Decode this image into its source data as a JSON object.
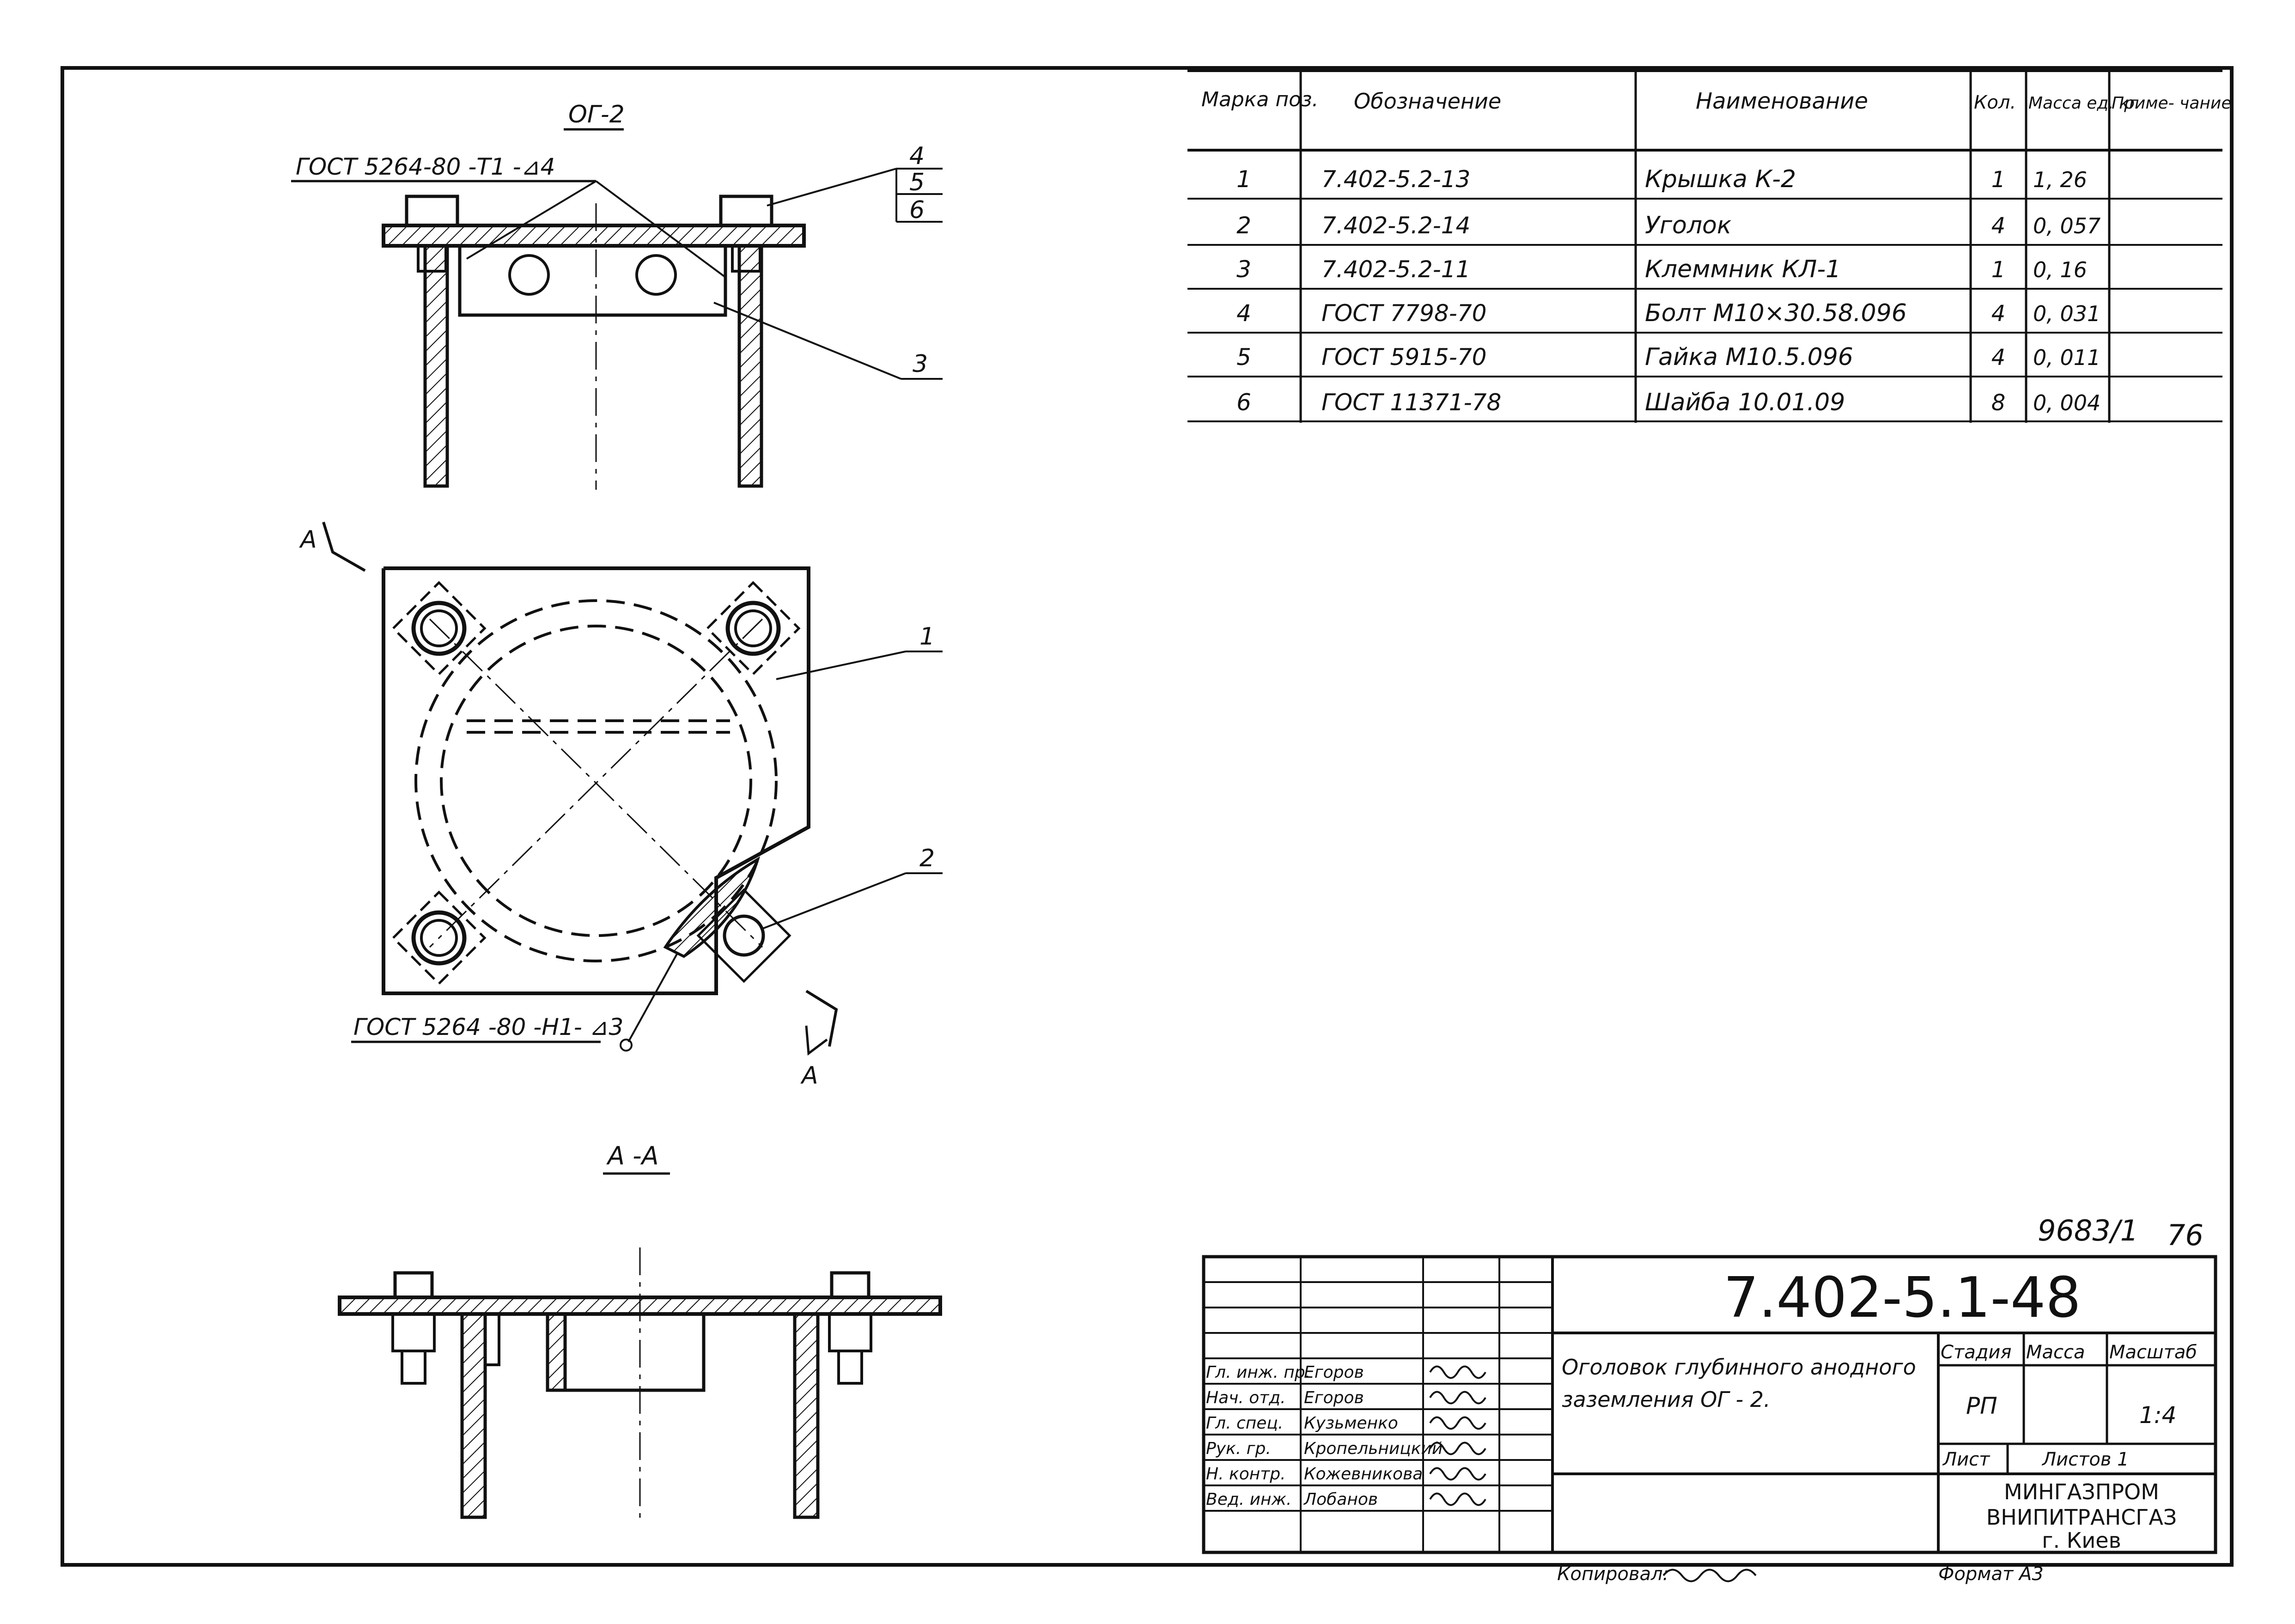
{
  "drawing": {
    "view_top_label": "ОГ-2",
    "weld_label_top": "ГОСТ 5264-80 -Т1 -⊿4",
    "weld_label_bottom": "ГОСТ 5264 -80 -Н1- ⊿3",
    "section_label": "А -А",
    "cut_letter_left": "А",
    "cut_letter_right": "А",
    "callouts": [
      "4",
      "5",
      "6",
      "3",
      "1",
      "2"
    ]
  },
  "spec_table": {
    "headers": [
      "Марка поз.",
      "Обозначение",
      "Наименование",
      "Кол.",
      "Масса ед. кг",
      "Приме- чание"
    ],
    "rows": [
      {
        "pos": "1",
        "designation": "7.402-5.2-13",
        "name": "Крышка К-2",
        "qty": "1",
        "mass": "1, 26",
        "note": ""
      },
      {
        "pos": "2",
        "designation": "7.402-5.2-14",
        "name": "Уголок",
        "qty": "4",
        "mass": "0, 057",
        "note": ""
      },
      {
        "pos": "3",
        "designation": "7.402-5.2-11",
        "name": "Клеммник КЛ-1",
        "qty": "1",
        "mass": "0, 16",
        "note": ""
      },
      {
        "pos": "4",
        "designation": "ГОСТ 7798-70",
        "name": "Болт М10×30.58.096",
        "qty": "4",
        "mass": "0, 031",
        "note": ""
      },
      {
        "pos": "5",
        "designation": "ГОСТ 5915-70",
        "name": "Гайка М10.5.096",
        "qty": "4",
        "mass": "0, 011",
        "note": ""
      },
      {
        "pos": "6",
        "designation": "ГОСТ 11371-78",
        "name": "Шайба 10.01.09",
        "qty": "8",
        "mass": "0, 004",
        "note": ""
      }
    ]
  },
  "inventory_number": "9683/1",
  "page_number": "76",
  "title_block": {
    "code": "7.402-5.1-48",
    "title": "Оголовок глубинного анодного заземления ОГ - 2.",
    "stage_label": "Стадия",
    "mass_label": "Масса",
    "scale_label": "Масштаб",
    "stage": "РП",
    "scale": "1:4",
    "sheet_label": "Лист",
    "sheets_label": "Листов 1",
    "org_line1": "МИНГАЗПРОМ",
    "org_line2": "ВНИПИТРАНСГАЗ",
    "org_line3": "г. Киев",
    "signatories": [
      {
        "role": "Гл. инж. пр.",
        "name": "Егоров"
      },
      {
        "role": "Нач. отд.",
        "name": "Егоров"
      },
      {
        "role": "Гл. спец.",
        "name": "Кузьменко"
      },
      {
        "role": "Рук. гр.",
        "name": "Кропельницкий"
      },
      {
        "role": "Н. контр.",
        "name": "Кожевникова"
      },
      {
        "role": "Вед. инж.",
        "name": "Лобанов"
      }
    ],
    "copied_label": "Копировал:",
    "format_label": "Формат А3"
  }
}
